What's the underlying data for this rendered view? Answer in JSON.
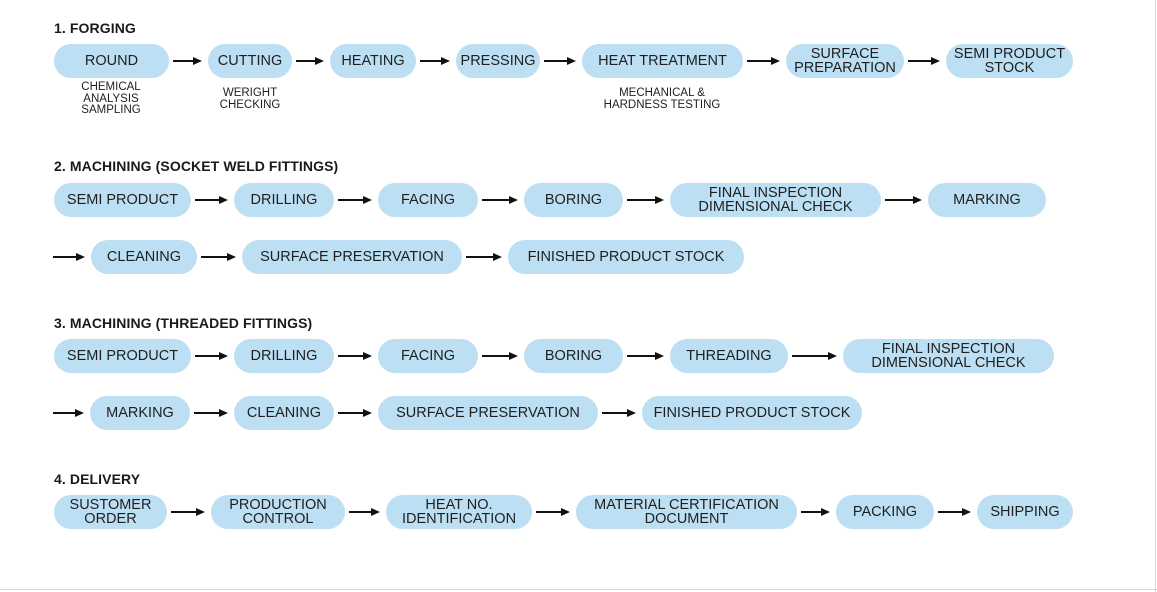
{
  "sections": {
    "forging": {
      "heading": "1. FORGING",
      "steps": [
        "ROUND",
        "CUTTING",
        "HEATING",
        "PRESSING",
        "HEAT TREATMENT",
        [
          "SURFACE",
          "PREPARATION"
        ],
        [
          "SEMI PRODUCT",
          "STOCK"
        ]
      ],
      "notes": [
        [
          "CHEMICAL",
          "ANALYSIS",
          "SAMPLING"
        ],
        [
          "WERIGHT",
          "CHECKING"
        ],
        [
          "MECHANICAL &",
          "HARDNESS TESTING"
        ]
      ]
    },
    "socket_weld": {
      "heading": "2. MACHINING (SOCKET WELD FITTINGS)",
      "steps": [
        "SEMI PRODUCT",
        "DRILLING",
        "FACING",
        "BORING",
        [
          "FINAL INSPECTION",
          "DIMENSIONAL CHECK"
        ],
        "MARKING",
        "CLEANING",
        "SURFACE PRESERVATION",
        "FINISHED PRODUCT STOCK"
      ]
    },
    "threaded": {
      "heading": "3. MACHINING (THREADED FITTINGS)",
      "steps": [
        "SEMI PRODUCT",
        "DRILLING",
        "FACING",
        "BORING",
        "THREADING",
        [
          "FINAL INSPECTION",
          "DIMENSIONAL CHECK"
        ],
        "MARKING",
        "CLEANING",
        "SURFACE PRESERVATION",
        "FINISHED PRODUCT STOCK"
      ]
    },
    "delivery": {
      "heading": "4. DELIVERY",
      "steps": [
        [
          "SUSTOMER",
          "ORDER"
        ],
        [
          "PRODUCTION",
          "CONTROL"
        ],
        [
          "HEAT NO.",
          "IDENTIFICATION"
        ],
        [
          "MATERIAL CERTIFICATION",
          "DOCUMENT"
        ],
        "PACKING",
        "SHIPPING"
      ]
    }
  },
  "colors": {
    "pill": "#bcdff3",
    "arrow": "#111111",
    "text": "#1f1f1f"
  }
}
